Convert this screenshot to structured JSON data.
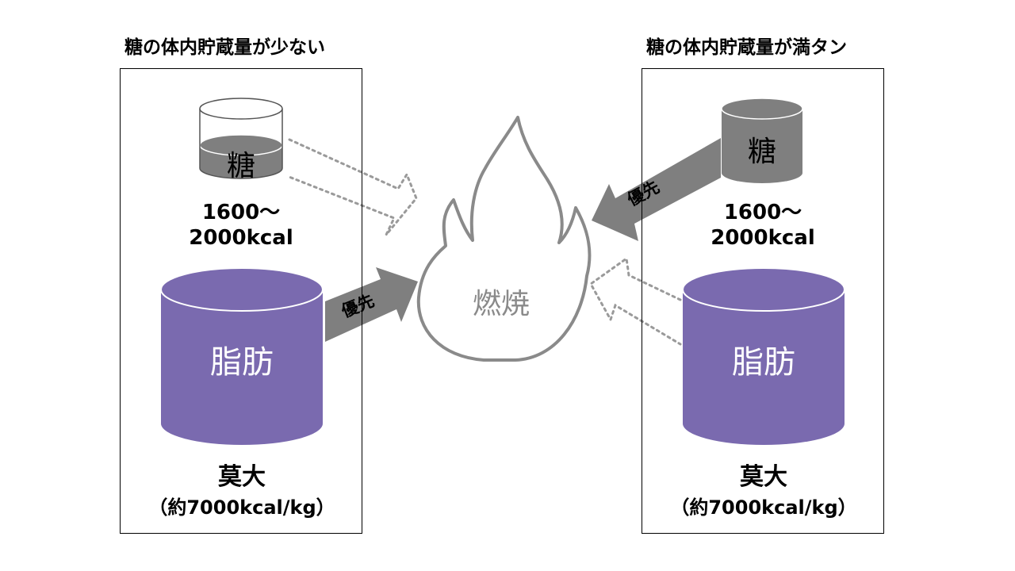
{
  "left": {
    "title": "糖の体内貯蔵量が少ない",
    "sugar_label": "糖",
    "sugar_kcal_line1": "1600〜",
    "sugar_kcal_line2": "2000kcal",
    "fat_label": "脂肪",
    "fat_amount": "莫大",
    "fat_kcal": "（約7000kcal/kg）",
    "priority_label": "優先"
  },
  "right": {
    "title": "糖の体内貯蔵量が満タン",
    "sugar_label": "糖",
    "sugar_kcal_line1": "1600〜",
    "sugar_kcal_line2": "2000kcal",
    "fat_label": "脂肪",
    "fat_amount": "莫大",
    "fat_kcal": "（約7000kcal/kg）",
    "priority_label": "優先"
  },
  "center": {
    "burn_label": "燃焼"
  },
  "colors": {
    "fat_fill": "#7a6aaf",
    "sugar_fill": "#7f7f7f",
    "arrow_fill": "#7f7f7f",
    "flame_stroke": "#8a8a8a",
    "dotted": "#9a9a9a"
  }
}
